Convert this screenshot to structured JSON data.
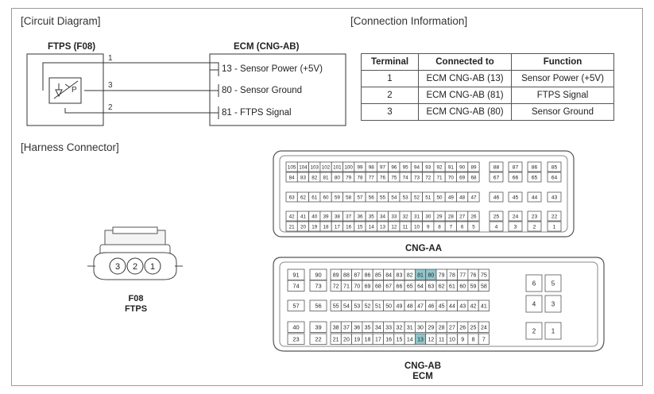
{
  "circuit": {
    "section_title": "[Circuit Diagram]",
    "ftps_label": "FTPS (F08)",
    "ecm_label": "ECM (CNG-AB)",
    "wires": [
      {
        "pin": "1",
        "ecm_pin": "13",
        "signal": "Sensor Power (+5V)"
      },
      {
        "pin": "3",
        "ecm_pin": "80",
        "signal": "Sensor Ground"
      },
      {
        "pin": "2",
        "ecm_pin": "81",
        "signal": "FTPS Signal"
      }
    ],
    "sensor_symbol": "P"
  },
  "connection": {
    "section_title": "[Connection Information]",
    "headers": [
      "Terminal",
      "Connected to",
      "Function"
    ],
    "rows": [
      [
        "1",
        "ECM CNG-AB (13)",
        "Sensor Power (+5V)"
      ],
      [
        "2",
        "ECM CNG-AB (81)",
        "FTPS Signal"
      ],
      [
        "3",
        "ECM CNG-AB (80)",
        "Sensor Ground"
      ]
    ]
  },
  "harness": {
    "section_title": "[Harness Connector]",
    "f08_pins": [
      "3",
      "2",
      "1"
    ],
    "f08_label": "F08",
    "f08_sub": "FTPS",
    "cng_aa_label": "CNG-AA",
    "cng_ab_label": "CNG-AB",
    "cng_ab_sub": "ECM",
    "highlight_color": "#8fc6cc",
    "cng_aa": {
      "main_rows": [
        [
          "105",
          "104",
          "103",
          "102",
          "101",
          "100",
          "99",
          "98",
          "97",
          "96",
          "95",
          "94",
          "93",
          "92",
          "91",
          "90",
          "89"
        ],
        [
          "84",
          "83",
          "82",
          "81",
          "80",
          "79",
          "78",
          "77",
          "76",
          "75",
          "74",
          "73",
          "72",
          "71",
          "70",
          "69",
          "68"
        ],
        [
          "63",
          "62",
          "61",
          "60",
          "59",
          "58",
          "57",
          "56",
          "55",
          "54",
          "53",
          "52",
          "51",
          "50",
          "49",
          "48",
          "47"
        ],
        [
          "42",
          "41",
          "40",
          "39",
          "38",
          "37",
          "36",
          "35",
          "34",
          "33",
          "32",
          "31",
          "30",
          "29",
          "28",
          "27",
          "26"
        ],
        [
          "21",
          "20",
          "19",
          "18",
          "17",
          "16",
          "15",
          "14",
          "13",
          "12",
          "11",
          "10",
          "9",
          "8",
          "7",
          "6",
          "5"
        ]
      ],
      "right_rows": [
        [
          "88",
          "87",
          "86",
          "85"
        ],
        [
          "67",
          "66",
          "65",
          "64"
        ],
        [
          "46",
          "45",
          "44",
          "43"
        ],
        [
          "25",
          "24",
          "23",
          "22"
        ],
        [
          "4",
          "3",
          "2",
          "1"
        ]
      ]
    },
    "cng_ab": {
      "left_rows": [
        [
          "91",
          "90"
        ],
        [
          "74",
          "73"
        ],
        [
          "57",
          "56"
        ],
        [
          "40",
          "39"
        ],
        [
          "23",
          "22"
        ]
      ],
      "main_rows": [
        [
          "89",
          "88",
          "87",
          "86",
          "85",
          "84",
          "83",
          "82",
          "81",
          "80",
          "79",
          "78",
          "77",
          "76",
          "75"
        ],
        [
          "72",
          "71",
          "70",
          "69",
          "68",
          "67",
          "66",
          "65",
          "64",
          "63",
          "62",
          "61",
          "60",
          "59",
          "58"
        ],
        [
          "55",
          "54",
          "53",
          "52",
          "51",
          "50",
          "49",
          "48",
          "47",
          "46",
          "45",
          "44",
          "43",
          "42",
          "41"
        ],
        [
          "38",
          "37",
          "36",
          "35",
          "34",
          "33",
          "32",
          "31",
          "30",
          "29",
          "28",
          "27",
          "26",
          "25",
          "24"
        ],
        [
          "21",
          "20",
          "19",
          "18",
          "17",
          "16",
          "15",
          "14",
          "13",
          "12",
          "11",
          "10",
          "9",
          "8",
          "7"
        ]
      ],
      "right_rows": [
        [
          "6",
          "5"
        ],
        [
          "4",
          "3"
        ],
        [
          "2",
          "1"
        ]
      ],
      "highlighted": [
        "81",
        "80",
        "13"
      ]
    }
  }
}
